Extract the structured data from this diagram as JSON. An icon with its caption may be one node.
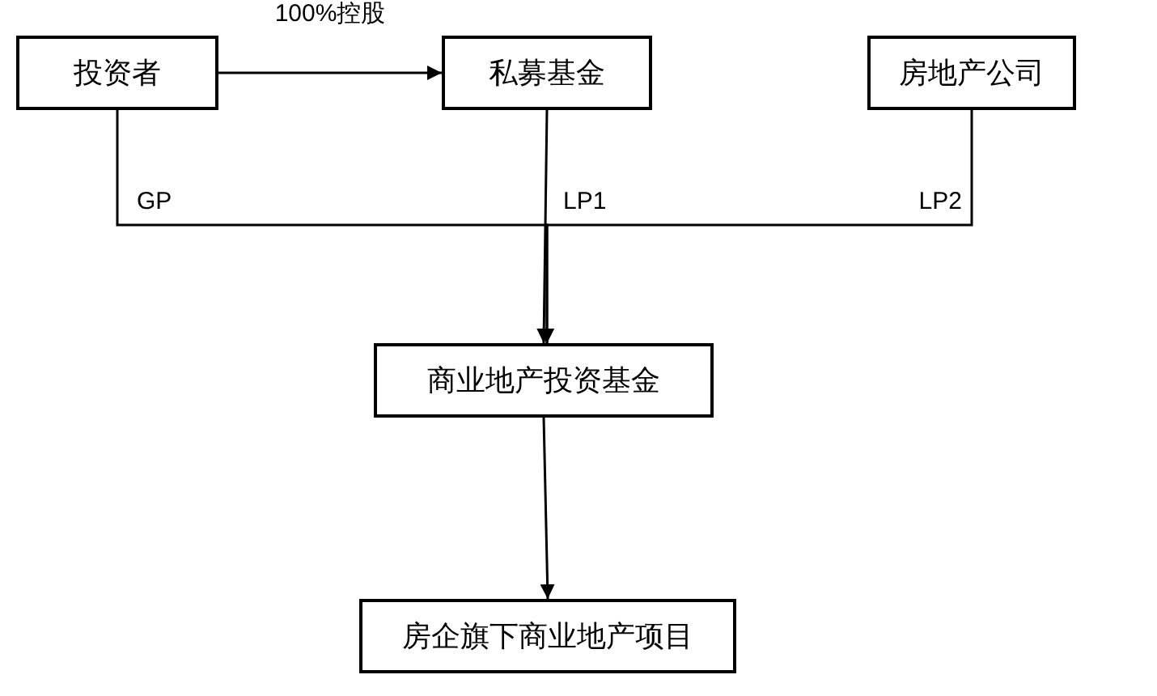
{
  "diagram": {
    "nodes": [
      {
        "text": [
          "投资者"
        ]
      },
      {
        "text": [
          "私募基金"
        ]
      },
      {
        "text": [
          "房地产公司"
        ]
      },
      {
        "text": [
          "商业地产投资基金"
        ]
      },
      {
        "text": [
          "房企旗下商业地产项目"
        ]
      }
    ],
    "edges": [
      {
        "from": 0,
        "to": 1,
        "arrow": "to",
        "label": "100%控股"
      },
      {
        "from": 0,
        "to": 3,
        "arrow": "to",
        "label": "GP"
      },
      {
        "from": 1,
        "to": 3,
        "arrow": "to",
        "label": "LP1"
      },
      {
        "from": 2,
        "to": 3,
        "arrow": "to",
        "label": "LP2"
      },
      {
        "from": 3,
        "to": 4,
        "arrow": "to"
      }
    ]
  }
}
